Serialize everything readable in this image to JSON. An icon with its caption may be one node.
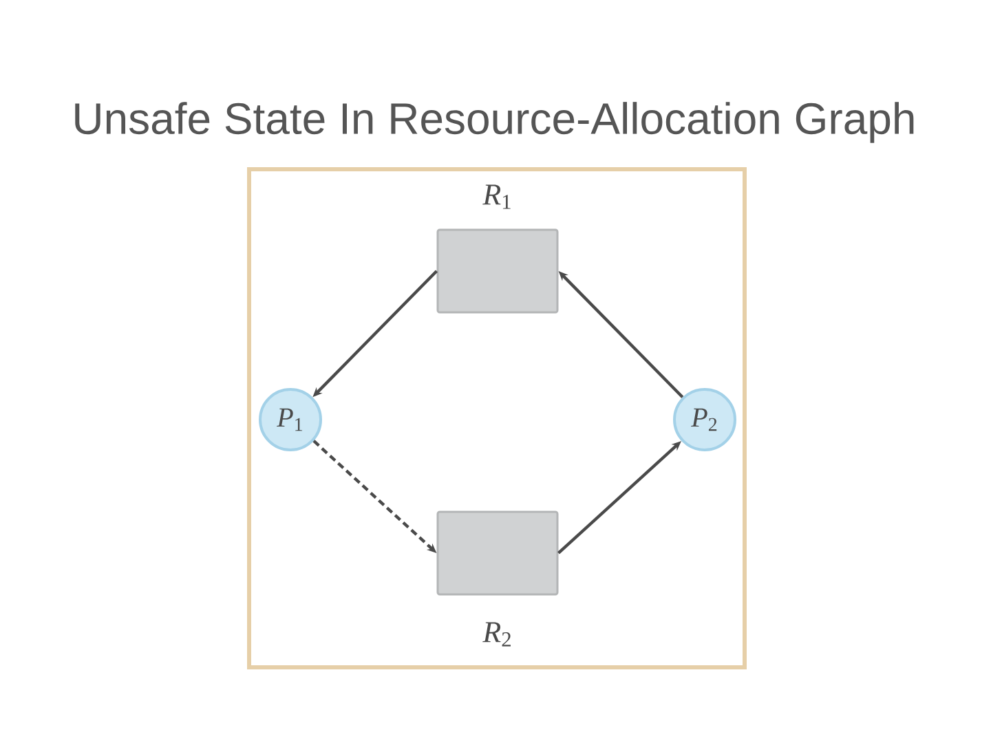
{
  "diagram": {
    "title": "Unsafe State In Resource-Allocation Graph",
    "nodes": [
      {
        "text": [
          "*R*$_{1}$"
        ]
      },
      {
        "text": [
          "*P*$_{1}$"
        ]
      },
      {
        "text": [
          "*P*$_{2}$"
        ]
      },
      {
        "text": [
          "*R*$_{2}$"
        ]
      }
    ],
    "edges": [
      {
        "from": 0,
        "to": 1,
        "arrow": "to"
      },
      {
        "from": 2,
        "to": 0,
        "arrow": "to"
      },
      {
        "from": 1,
        "to": 3,
        "arrow": "to",
        "style": "dashed"
      },
      {
        "from": 3,
        "to": 2,
        "arrow": "to"
      }
    ]
  }
}
